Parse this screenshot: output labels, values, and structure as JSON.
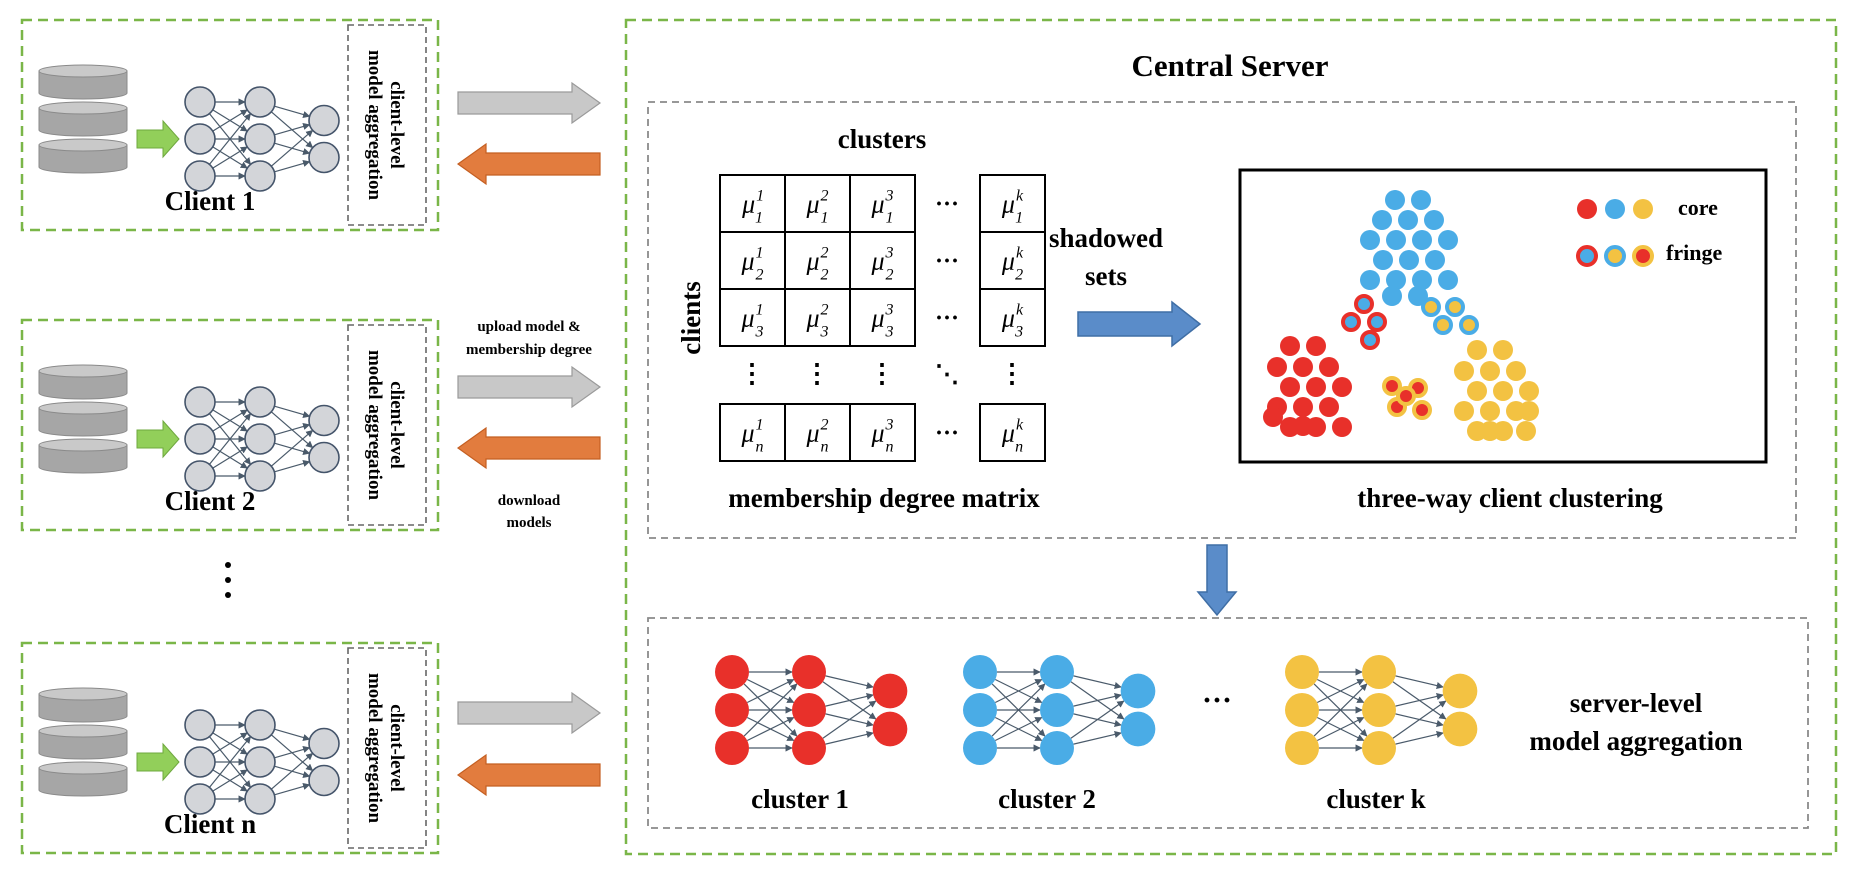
{
  "clients": [
    {
      "name": "Client 1",
      "aggregation_label": [
        "client-level",
        "model aggregation"
      ]
    },
    {
      "name": "Client 2",
      "aggregation_label": [
        "client-level",
        "model aggregation"
      ]
    },
    {
      "name": "Client n",
      "aggregation_label": [
        "client-level",
        "model aggregation"
      ]
    }
  ],
  "ellipsis_vertical": "⋮",
  "arrows": {
    "upload_label": [
      "upload model &",
      "membership degree"
    ],
    "download_label": [
      "download",
      "models"
    ]
  },
  "server": {
    "title": "Central Server",
    "matrix": {
      "columns_label": "clusters",
      "rows_label": "clients",
      "caption": "membership degree matrix",
      "row_subscripts": [
        "1",
        "2",
        "3",
        "n"
      ],
      "col_superscripts": [
        "1",
        "2",
        "3",
        "k"
      ],
      "ellipsis_h": "···",
      "ellipsis_v": "⋮",
      "ellipsis_d": "⋱"
    },
    "shadowed_label": [
      "shadowed",
      "sets"
    ],
    "clustering": {
      "caption": "three-way client clustering",
      "legend_core": "core",
      "legend_fringe": "fringe"
    },
    "aggregation": {
      "clusters": [
        "cluster 1",
        "cluster 2",
        "cluster k"
      ],
      "ellipsis": "···",
      "label": [
        "server-level",
        "model aggregation"
      ]
    }
  },
  "colors": {
    "red": "#e8302a",
    "blue": "#4aace6",
    "yellow": "#f3c242",
    "green_dash": "#7ab648",
    "green_arrow": "#92cf5a",
    "gray_arrow": "#c8c8c8",
    "orange_arrow": "#e27c3e",
    "steel_arrow": "#5a8cc9",
    "node_fill": "#d3d5d9",
    "node_stroke": "#44546a"
  }
}
